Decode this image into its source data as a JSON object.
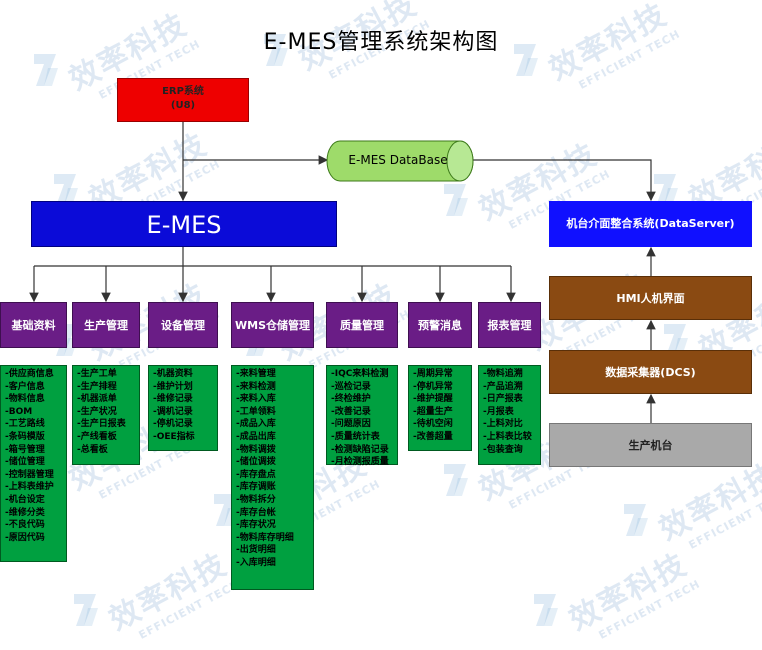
{
  "title": "E-MES管理系统架构图",
  "erp": {
    "line1": "ERP系统",
    "line2": "(U8)"
  },
  "database": "E-MES DataBase",
  "emes": "E-MES",
  "dataserver": "机台介面整合系统(DataServer)",
  "hmi": "HMI人机界面",
  "dcs": "数据采集器(DCS)",
  "machine": "生产机台",
  "watermark": {
    "cn": "效率科技",
    "en": "EFFICIENT TECH"
  },
  "modules": [
    {
      "label": "基础资料",
      "items": [
        "-供应商信息",
        "-客户信息",
        "-物料信息",
        "-BOM",
        "-工艺路线",
        "-条码模版",
        "-箱号管理",
        "-储位管理",
        "-控制器管理",
        "-上料表维护",
        "-机台设定",
        "-维修分类",
        "-不良代码",
        "-原因代码"
      ]
    },
    {
      "label": "生产管理",
      "items": [
        "-生产工单",
        "-生产排程",
        "-机器派单",
        "-生产状况",
        "-生产日报表",
        "-产线看板",
        "-总看板"
      ]
    },
    {
      "label": "设备管理",
      "items": [
        "-机器资料",
        "-维护计划",
        "-维修记录",
        "-调机记录",
        "-停机记录",
        "-OEE指标"
      ]
    },
    {
      "label": "WMS仓储管理",
      "items": [
        "-来料管理",
        "-来料检测",
        "-来料入库",
        "-工单领料",
        "-成品入库",
        "-成品出库",
        "-物料调拨",
        "-储位调拨",
        "-库存盘点",
        "-库存调账",
        "-物料拆分",
        "-库存台帐",
        "-库存状况",
        "-物料库存明细",
        "-出货明细",
        "-入库明细"
      ]
    },
    {
      "label": "质量管理",
      "items": [
        "-IQC来料检测",
        "-巡检记录",
        "-终检维护",
        "-改善记录",
        "-问题原因",
        "-质量统计表",
        "-检测缺陷记录",
        "-月检测报质量"
      ]
    },
    {
      "label": "预警消息",
      "items": [
        "-周期异常",
        "-停机异常",
        "-维护提醒",
        "-超量生产",
        "-待机空闲",
        "-改善超量"
      ]
    },
    {
      "label": "报表管理",
      "items": [
        "-物料追溯",
        "-产品追溯",
        "-日产报表",
        "-月报表",
        "-上料对比",
        "-上料表比较",
        "-包装查询"
      ]
    }
  ]
}
